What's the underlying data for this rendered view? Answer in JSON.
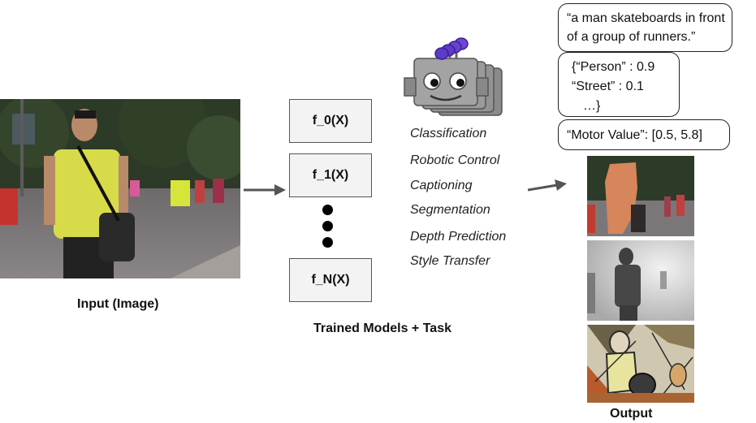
{
  "input": {
    "label": "Input (Image)"
  },
  "models": {
    "label": "Trained Models + Task",
    "functions": [
      "f_0(X)",
      "f_1(X)",
      "f_N(X)"
    ]
  },
  "tasks": [
    "Classification",
    "Robotic Control",
    "Captioning",
    "Segmentation",
    "Depth Prediction",
    "Style Transfer"
  ],
  "outputs": {
    "label": "Output",
    "caption": [
      "“a man skateboards in front",
      "of a group of runners.”"
    ],
    "classification": [
      "{“Person” : 0.9",
      "“Street” : 0.1",
      "…}"
    ],
    "motor": "“Motor Value”: [0.5, 5.8]"
  },
  "colors": {
    "robot_body": "#9a9a9a",
    "robot_antenna": "#5a3cc7",
    "box_fill": "#f3f3f3",
    "arrow": "#555555"
  }
}
